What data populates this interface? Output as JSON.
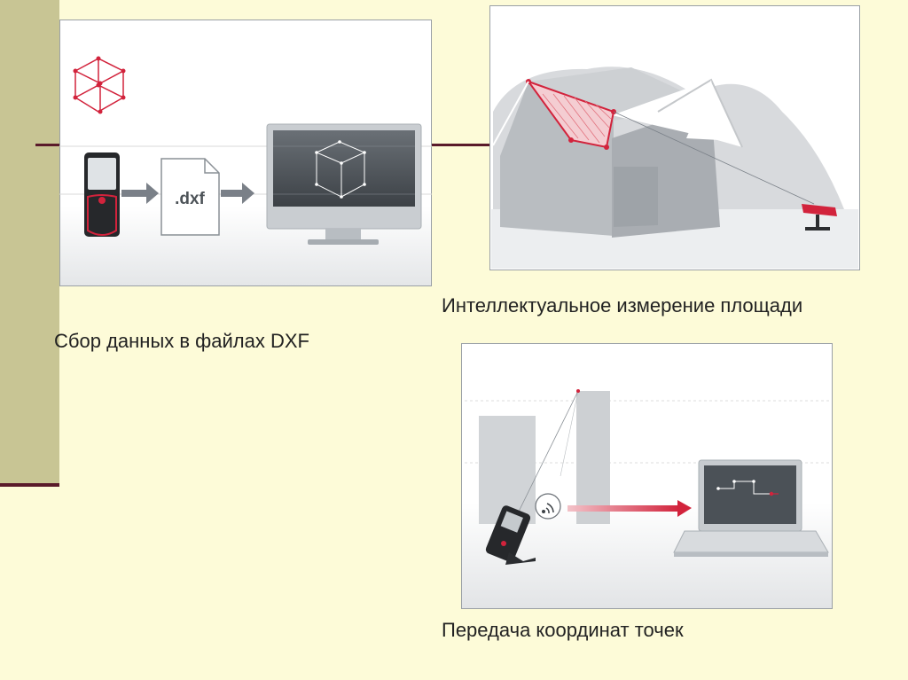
{
  "slide": {
    "captions": {
      "dxf": "Сбор данных в файлах DXF",
      "area": "Интеллектуальное измерение площади",
      "transfer": "Передача координат точек"
    },
    "file_label": ".dxf",
    "colors": {
      "background": "#fdfbd8",
      "sidebar": "#c8c594",
      "rule": "#5a1a2a",
      "accent_red": "#d2233c"
    }
  }
}
